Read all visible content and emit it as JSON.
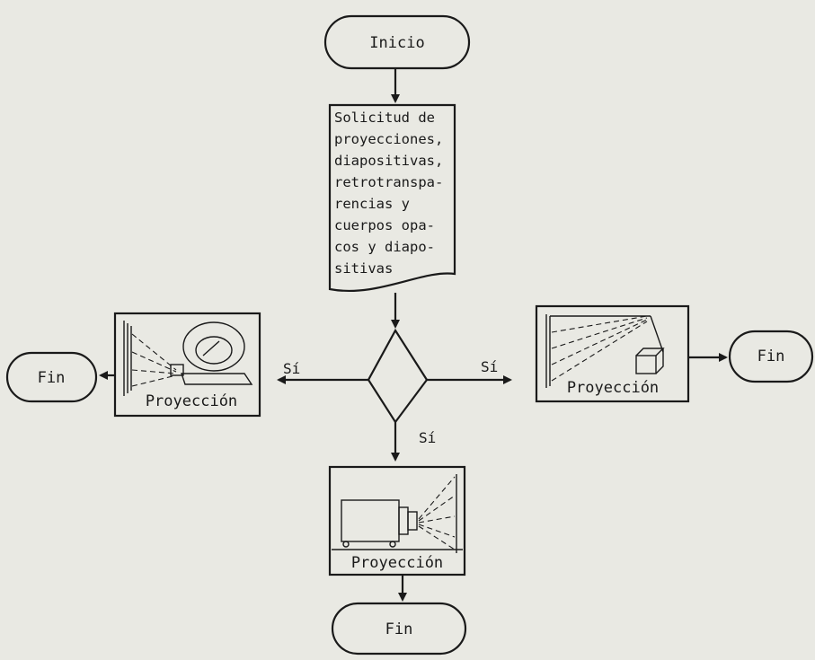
{
  "nodes": {
    "start": {
      "label": "Inicio"
    },
    "document": {
      "lines": [
        "Solicitud de",
        "proyecciones,",
        "diapositivas,",
        "retrotranspa-",
        "rencias y",
        "cuerpos opa-",
        "cos y diapo-",
        "sitivas"
      ]
    },
    "decision": {
      "label": ""
    },
    "left_projection": {
      "caption": "Proyección",
      "icon": "opaque-projector-icon"
    },
    "right_projection": {
      "caption": "Proyección",
      "icon": "overhead-projector-icon"
    },
    "bottom_projection": {
      "caption": "Proyección",
      "icon": "slide-projector-icon"
    },
    "end_left": {
      "label": "Fin"
    },
    "end_right": {
      "label": "Fin"
    },
    "end_bottom": {
      "label": "Fin"
    }
  },
  "edges": {
    "decision_left": "Sí",
    "decision_right": "Sí",
    "decision_bottom": "Sí"
  },
  "colors": {
    "ink": "#1a1a1a",
    "paper": "#e9e9e3"
  }
}
